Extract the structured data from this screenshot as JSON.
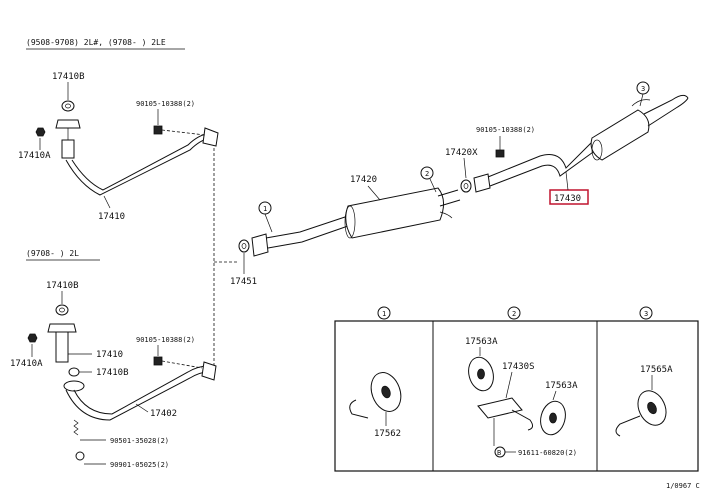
{
  "headers": {
    "top": "(9508-9708) 2L#, (9708-   ) 2LE",
    "middle": "(9708-   ) 2L"
  },
  "parts": {
    "p17410B_top": "17410B",
    "p90105_10388_top": "90105-10388(2)",
    "p17410A_top": "17410A",
    "p17410_top": "17410",
    "p17420": "17420",
    "p17420X": "17420X",
    "p90105_10388_right": "90105-10388(2)",
    "p17430": "17430",
    "p17451": "17451",
    "p17410B_mid": "17410B",
    "p17410A_mid": "17410A",
    "p17410_mid": "17410",
    "p17410B_mid2": "17410B",
    "p90105_10388_mid": "90105-10388(2)",
    "p17402": "17402",
    "p90501_35028": "90501-35028(2)",
    "p90901_05025": "90901-05025(2)",
    "p17562": "17562",
    "p17563A_a": "17563A",
    "p17430S": "17430S",
    "p17563A_b": "17563A",
    "p91611_60820": "91611-60820(2)",
    "p17565A": "17565A"
  },
  "callouts": {
    "c1": "1",
    "c2": "2",
    "c3": "3",
    "box1": "1",
    "box2": "2",
    "box3": "3",
    "bolt_mark": "B"
  },
  "footer": "1/0967 C",
  "colors": {
    "highlight": "#c0142f",
    "line": "#111111",
    "background": "#ffffff"
  }
}
